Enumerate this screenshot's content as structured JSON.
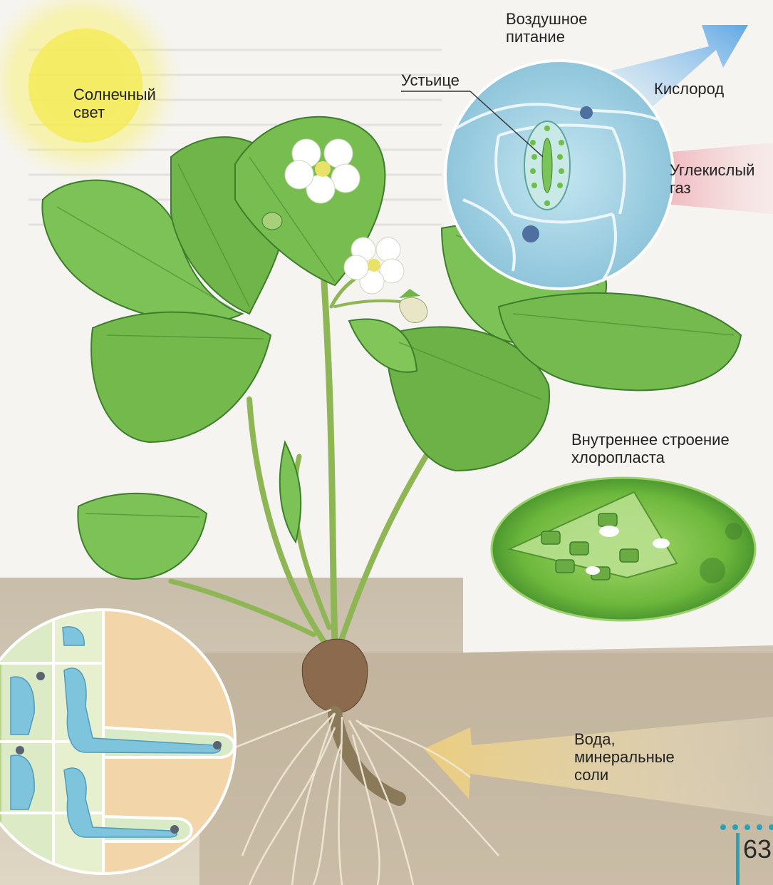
{
  "labels": {
    "sunlight": "Солнечный\nсвет",
    "air_nutrition": "Воздушное\nпитание",
    "stomata": "Устьице",
    "oxygen": "Кислород",
    "co2": "Углекислый\nгаз",
    "chloroplast": "Внутреннее строение\nхлоропласта",
    "water": "Вода,\nминеральные\nсоли"
  },
  "page_number": "63",
  "colors": {
    "leaf": "#6fb54a",
    "leaf_dark": "#3d7e2c",
    "sun": "#f5ee5a",
    "oxygen_arrow": "#5aa7e6",
    "co2_arrow": "#e8566a",
    "water_arrow": "#f2d98a",
    "soil": "#cdbfa8",
    "stomata_bg": "#a9d5e8",
    "root_cells_bg": "#f3d8ad",
    "chloroplast": "#7dc14a",
    "page_dots": "#29a3b4"
  }
}
